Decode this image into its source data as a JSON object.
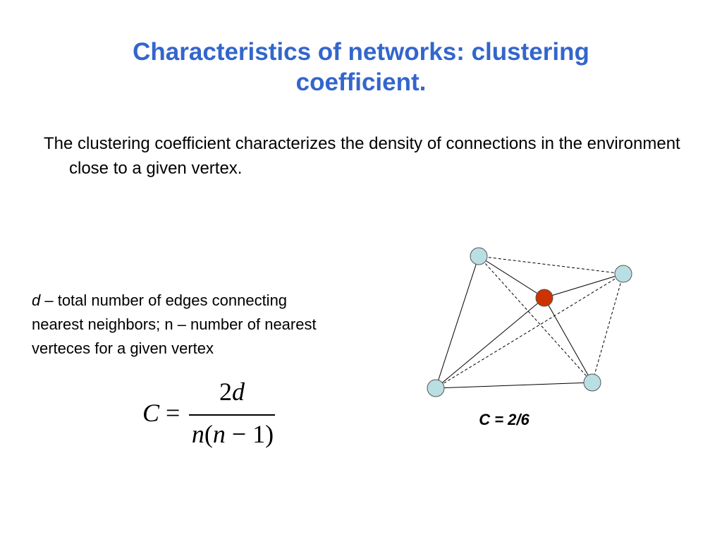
{
  "slide": {
    "title_line1": "Characteristics of networks: clustering",
    "title_line2": "coefficient.",
    "intro": "The clustering coefficient characterizes the density of connections in the environment close to a given vertex.",
    "definition": {
      "d_symbol": "d",
      "line1_rest": " – total number of edges connecting",
      "line2": "nearest neighbors; n – number of nearest",
      "line3": "verteces for a given vertex"
    },
    "formula": {
      "lhs": "C",
      "equals": " = ",
      "numerator_coeff": "2",
      "numerator_var": "d",
      "denominator_n": "n",
      "denominator_open": "(",
      "denominator_n2": "n",
      "denominator_rest": " − 1)"
    },
    "caption": "C = 2/6",
    "colors": {
      "title": "#3366cc",
      "neighbor_node_fill": "#b9dfe3",
      "center_node_fill": "#cc3300"
    }
  }
}
